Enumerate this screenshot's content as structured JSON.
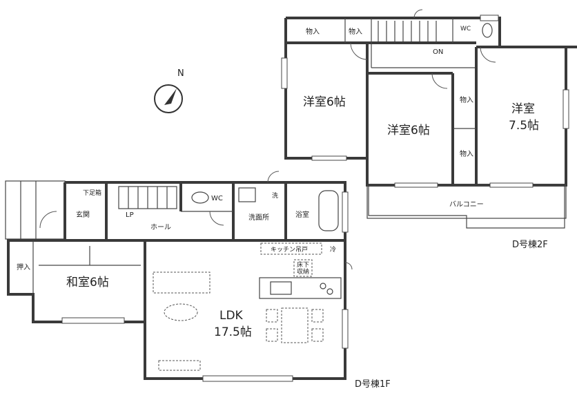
{
  "compass": {
    "north_label": "N"
  },
  "floor2": {
    "label": "D号棟2F",
    "rooms": {
      "storage_a": "物入",
      "storage_b": "物入",
      "wc": "WC",
      "on_label": "ON",
      "room1": "洋室6帖",
      "room2": "洋室6帖",
      "room3_line1": "洋室",
      "room3_line2": "7.5帖",
      "storage_c": "物入",
      "storage_d": "物入",
      "balcony": "バルコニー"
    }
  },
  "floor1": {
    "label": "D号棟1F",
    "rooms": {
      "shoe_closet": "下足箱",
      "entrance": "玄関",
      "lp": "LP",
      "hall": "ホール",
      "wc": "WC",
      "wash_mark": "洗",
      "washroom": "洗面所",
      "bathroom": "浴室",
      "kitchen_cabinet": "キッチン吊戸",
      "fridge": "冷",
      "underfloor_line1": "床下",
      "underfloor_line2": "収納",
      "closet": "押入",
      "washitsu": "和室6帖",
      "ldk_line1": "LDK",
      "ldk_line2": "17.5帖"
    }
  }
}
